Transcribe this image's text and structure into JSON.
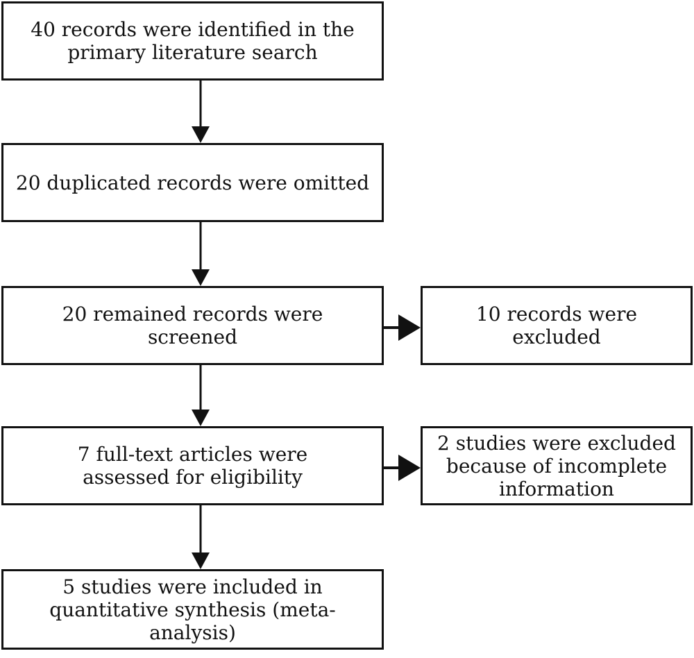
{
  "flow": {
    "boxes": [
      {
        "id": "identified",
        "lines": [
          "40 records were identified in the",
          "primary literature search"
        ]
      },
      {
        "id": "duplicates",
        "lines": [
          "20 duplicated records were omitted"
        ]
      },
      {
        "id": "screened",
        "lines": [
          "20 remained records were",
          "screened"
        ]
      },
      {
        "id": "eligibility",
        "lines": [
          "7 full-text articles were",
          "assessed for eligibility"
        ]
      },
      {
        "id": "included",
        "lines": [
          "5 studies were included in",
          "quantitative synthesis (meta-",
          "analysis)"
        ]
      }
    ],
    "side_boxes": [
      {
        "id": "excluded-records",
        "lines": [
          "10 records were excluded"
        ]
      },
      {
        "id": "excluded-studies",
        "lines": [
          "2 studies were excluded",
          "because of incomplete",
          "information"
        ]
      }
    ]
  },
  "colors": {
    "stroke": "#111111",
    "background": "#ffffff"
  }
}
